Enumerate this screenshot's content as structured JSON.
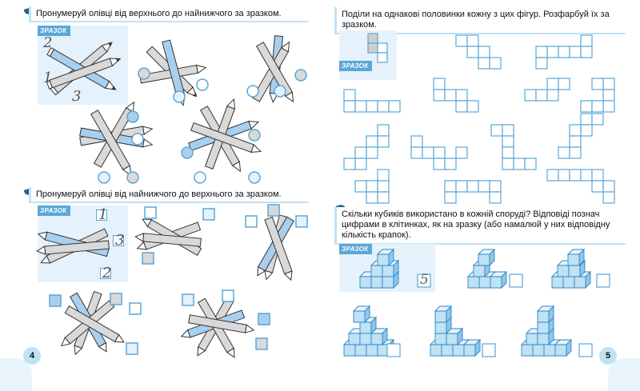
{
  "left_page": {
    "page_number": "4",
    "task1": {
      "instruction": "Пронумеруй олівці від верхнього до найнижчого за зразком.",
      "sample_label": "ЗРАЗОК",
      "sample_digits": [
        "2",
        "1",
        "3"
      ]
    },
    "task2": {
      "instruction": "Пронумеруй олівці від найнижчого до верхнього за зразком.",
      "sample_label": "ЗРАЗОК",
      "sample_digits": [
        "1",
        "3",
        "2"
      ]
    }
  },
  "right_page": {
    "page_number": "5",
    "task3": {
      "instruction": "Поділи на однакові половинки кожну з цих фігур. Розфарбуй їх за зразком.",
      "sample_label": "ЗРАЗОК"
    },
    "task4": {
      "instruction": "Скільки кубиків використано в кожній споруді? Відповіді познач цифрами в клітинках, як на зразку (або намалюй у них відповідну кількість крапок).",
      "sample_label": "ЗРАЗОК",
      "sample_answer": "5"
    }
  },
  "colors": {
    "accent": "#5aa7d9",
    "light_blue": "#e6f2fb",
    "pencil_fill_blue": "#a9cfee",
    "pencil_fill_gray": "#d9d9d9"
  }
}
